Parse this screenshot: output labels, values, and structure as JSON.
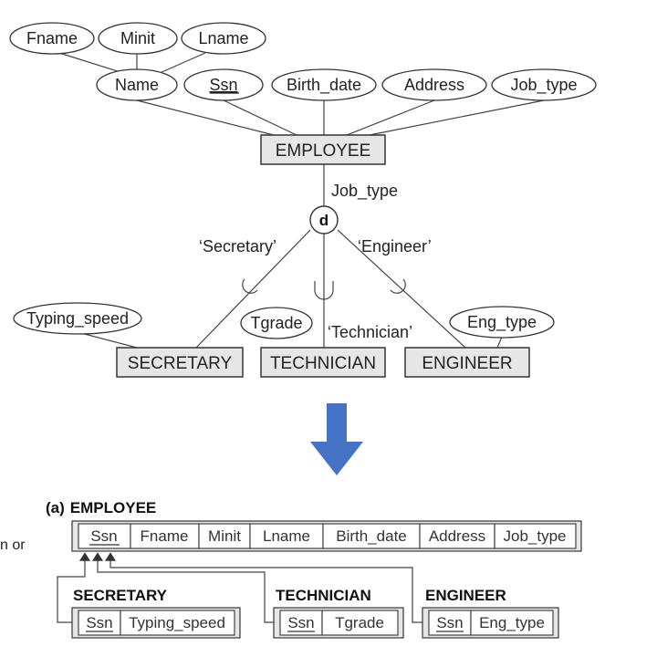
{
  "er": {
    "attributes": {
      "fname": "Fname",
      "minit": "Minit",
      "lname": "Lname",
      "name": "Name",
      "ssn": "Ssn",
      "birth_date": "Birth_date",
      "address": "Address",
      "job_type": "Job_type",
      "typing_speed": "Typing_speed",
      "tgrade": "Tgrade",
      "eng_type": "Eng_type"
    },
    "entities": {
      "employee": "EMPLOYEE",
      "secretary": "SECRETARY",
      "technician": "TECHNICIAN",
      "engineer": "ENGINEER"
    },
    "specialization": {
      "defining_attribute": "Job_type",
      "disjoint_symbol": "d",
      "secretary_value": "‘Secretary’",
      "engineer_value": "‘Engineer’",
      "technician_value": "‘Technician’"
    }
  },
  "arrow_color": "#4472c4",
  "schema": {
    "label_prefix": "(a)",
    "employee": {
      "name": "EMPLOYEE",
      "columns": [
        "Ssn",
        "Fname",
        "Minit",
        "Lname",
        "Birth_date",
        "Address",
        "Job_type"
      ]
    },
    "secretary": {
      "name": "SECRETARY",
      "columns": [
        "Ssn",
        "Typing_speed"
      ]
    },
    "technician": {
      "name": "TECHNICIAN",
      "columns": [
        "Ssn",
        "Tgrade"
      ]
    },
    "engineer": {
      "name": "ENGINEER",
      "columns": [
        "Ssn",
        "Eng_type"
      ]
    }
  },
  "side_text": "n or"
}
